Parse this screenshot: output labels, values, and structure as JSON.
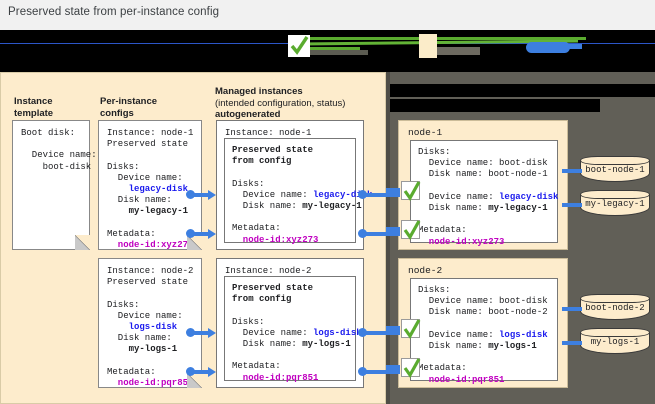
{
  "page": {
    "title": "Preserved state from per-instance config"
  },
  "legend": {
    "redacted": true,
    "check_icon": "green-check-icon",
    "note": ""
  },
  "colors": {
    "panel_left_bg": "#fdeccc",
    "panel_right_bg": "#615f57",
    "connector": "#3d7fe0",
    "disk_name": "#1a1aee",
    "metadata": "#c000c0",
    "check": "#5aab2f"
  },
  "columns": {
    "instance_template": {
      "line1": "Instance",
      "line2": "template"
    },
    "per_instance_configs": {
      "line1": "Per-instance",
      "line2": "configs"
    },
    "managed_instances": {
      "line1": "Managed instances",
      "line2": "(intended configuration, status)",
      "line3": "autogenerated"
    },
    "right_header_redacted": true
  },
  "instance_template": {
    "lines": [
      "Boot disk:",
      "",
      "  Device name:",
      "    boot-disk"
    ]
  },
  "per_instance_configs": [
    {
      "instance_line": "Instance: node-1",
      "preserved_line": "Preserved state",
      "disks_label": "Disks:",
      "device_name_label": "  Device name:",
      "device_name_value": "    legacy-disk",
      "disk_name_label": "  Disk name:",
      "disk_name_value": "    my-legacy-1",
      "metadata_label": "Metadata:",
      "metadata_value": "  node-id:xyz273"
    },
    {
      "instance_line": "Instance: node-2",
      "preserved_line": "Preserved state",
      "disks_label": "Disks:",
      "device_name_label": "  Device name:",
      "device_name_value": "    logs-disk",
      "disk_name_label": "  Disk name:",
      "disk_name_value": "    my-logs-1",
      "metadata_label": "Metadata:",
      "metadata_value": "  node-id:pqr851"
    }
  ],
  "managed_instances": [
    {
      "instance_line": "Instance: node-1",
      "preserved_line1": "Preserved state",
      "preserved_line2": "from config",
      "disks_label": "Disks:",
      "device_name_label": "  Device name: ",
      "device_name_value": "legacy-disk",
      "disk_name_label": "  Disk name: ",
      "disk_name_value": "my-legacy-1",
      "metadata_label": "Metadata:",
      "metadata_value": "  node-id:xyz273"
    },
    {
      "instance_line": "Instance: node-2",
      "preserved_line1": "Preserved state",
      "preserved_line2": "from config",
      "disks_label": "Disks:",
      "device_name_label": "  Device name: ",
      "device_name_value": "logs-disk",
      "disk_name_label": "  Disk name: ",
      "disk_name_value": "my-logs-1",
      "metadata_label": "Metadata:",
      "metadata_value": "  node-id:pqr851"
    }
  ],
  "nodes": [
    {
      "title": "node-1",
      "disks_label": "Disks:",
      "boot_device_label": "  Device name: boot-disk",
      "boot_disk_label": "  Disk name: boot-node-1",
      "second_device_label": "  Device name: ",
      "second_device_value": "legacy-disk",
      "second_disk_label": "  Disk name: ",
      "second_disk_value": "my-legacy-1",
      "metadata_label": "Metadata:",
      "metadata_value": "  node-id:xyz273",
      "disks": [
        {
          "name": "boot-node-1"
        },
        {
          "name": "my-legacy-1"
        }
      ]
    },
    {
      "title": "node-2",
      "disks_label": "Disks:",
      "boot_device_label": "  Device name: boot-disk",
      "boot_disk_label": "  Disk name: boot-node-2",
      "second_device_label": "  Device name: ",
      "second_device_value": "logs-disk",
      "second_disk_label": "  Disk name: ",
      "second_disk_value": "my-logs-1",
      "metadata_label": "Metadata:",
      "metadata_value": "  node-id:pqr851",
      "disks": [
        {
          "name": "boot-node-2"
        },
        {
          "name": "my-logs-1"
        }
      ]
    }
  ]
}
